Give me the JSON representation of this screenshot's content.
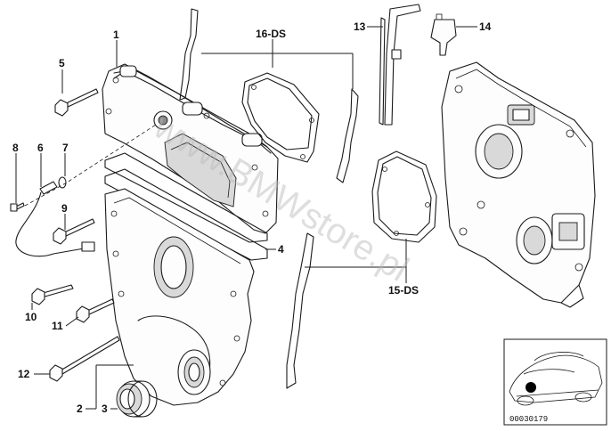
{
  "callouts": {
    "c1": "1",
    "c2": "2",
    "c3": "3",
    "c4": "4",
    "c5": "5",
    "c6": "6",
    "c7": "7",
    "c8": "8",
    "c9": "9",
    "c10": "10",
    "c11": "11",
    "c12": "12",
    "c13": "13",
    "c14": "14",
    "c15": "15-DS",
    "c16": "16-DS"
  },
  "watermark": "www.BMWstore.pl",
  "reference_code": "00030179"
}
